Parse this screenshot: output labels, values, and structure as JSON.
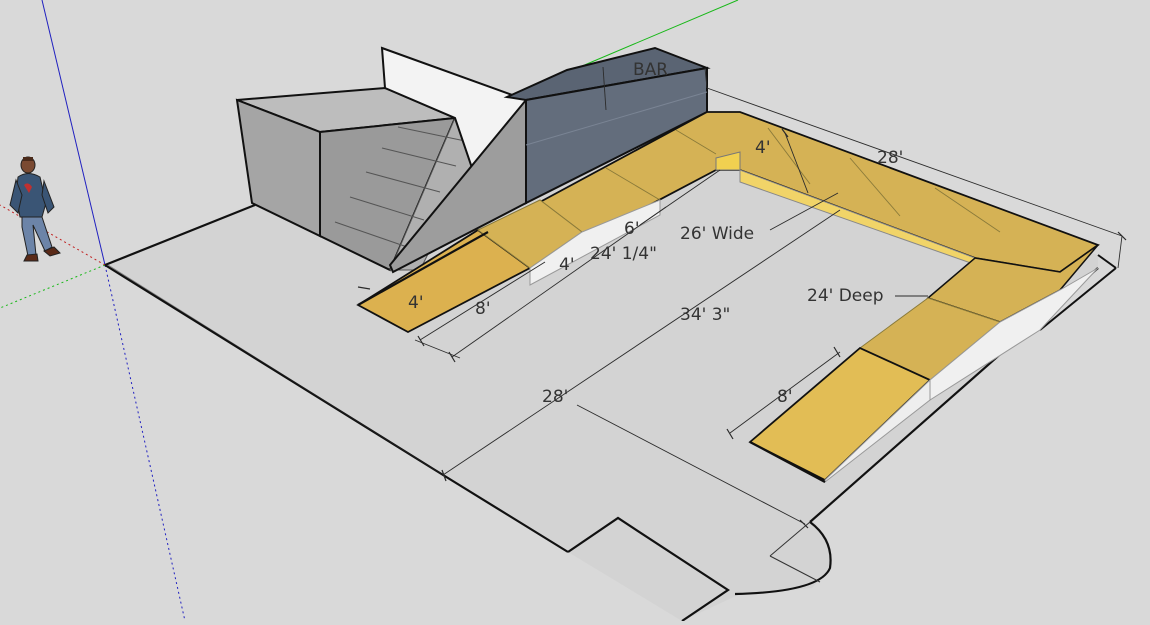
{
  "labels": {
    "bar": "BAR",
    "top_length": "28'",
    "top_depth": "4'",
    "inner_width": "26' Wide",
    "left_six": "6'",
    "left_4_inner": "4'",
    "left_24": "24' 1/4\"",
    "left_4_end": "4'",
    "left_8": "8'",
    "right_deep": "24' Deep",
    "diagonal": "34' 3\"",
    "bottom_28": "28'",
    "right_8": "8'"
  },
  "colors": {
    "background": "#d9d9d9",
    "floor": "#d3d3d3",
    "wood_top": "#d5b255",
    "wood_light": "#e2bd55",
    "wood_side": "#f0f0f0",
    "bar_front": "#636d7c",
    "stair_light": "#bdbdbd",
    "stair_dark": "#9a9a9a",
    "wall_white": "#f3f3f3",
    "axis_blue": "#2020c0",
    "axis_green": "#18b818",
    "axis_red": "#c02020"
  },
  "icons": {
    "scale_figure": "person-figure-icon"
  }
}
